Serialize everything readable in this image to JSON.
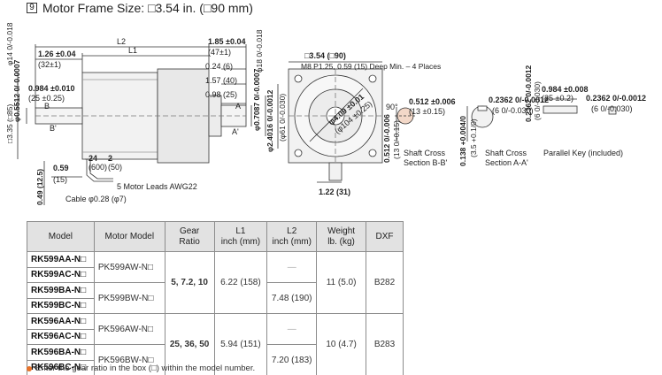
{
  "header": {
    "number": "9",
    "title": "Motor Frame Size: □3.54 in. (□90 mm)"
  },
  "drawing": {
    "dims": {
      "l2": "L2",
      "l1": "L1",
      "d126": "1.26 ±0.04",
      "d32": "(32±1)",
      "d185": "1.85 ±0.04",
      "d47": "(47±1)",
      "d024": "0.24 (6)",
      "d157": "1.57 (40)",
      "d098": "0.98 (25)",
      "d0984": "0.984 ±0.010",
      "d25": "(25 ±0.25)",
      "d335": "□3.35 (□85)",
      "phi14": "φ14 0/-0.018",
      "phi0551": "φ0.5512 0/-0.0007",
      "phi18": "φ18 0/-0.018",
      "phi07087": "φ0.7087 0/-0.0007",
      "phi24016": "φ2.4016 0/-0.0012",
      "phi61": "(φ61 0/-0.030)",
      "d059": "0.59",
      "d15": "(15)",
      "d24": "24",
      "d600": "(600)",
      "d2": "2",
      "d50": "(50)",
      "d049": "0.49 (12.5)",
      "leads": "5 Motor Leads AWG22",
      "cable": "Cable φ0.28 (φ7)",
      "b": "B",
      "bp": "B'",
      "a": "A",
      "ap": "A'",
      "sq354": "□3.54 (□90)",
      "m8": "M8 P1.25, 0.59 (15) Deep Min. – 4 Places",
      "phi409": "φ4.09 ±0.01",
      "phi104": "(φ104 ±0.25)",
      "d122": "1.22 (31)",
      "deg90": "90°",
      "d0512a": "0.512 ±0.006",
      "d13a": "(13 ±0.15)",
      "d0512b": "0.512 0/-0.006",
      "d13b": "(13 0/-0.15)",
      "sec_bb": "Shaft Cross\nSection B-B'",
      "d2362a": "0.2362 0/-0.0012",
      "d6a": "(6 0/-0.030)",
      "d0138": "0.138 +0.004/0",
      "d35": "(3.5 +0.1/0)",
      "sec_aa": "Shaft Cross\nSection A-A'",
      "d0984k": "0.984 ±0.008",
      "d25k": "(25 ±0.2)",
      "d2362b": "0.2362 0/-0.0012",
      "d6b": "(6 0/-0.030)",
      "d2362c": "0.2362 0/-0.0012",
      "d6c": "(6 0/-0.030)",
      "key": "Parallel Key (included)"
    }
  },
  "table": {
    "headers": [
      "Model",
      "Motor Model",
      "Gear\nRatio",
      "L1\ninch (mm)",
      "L2\ninch (mm)",
      "Weight\nlb. (kg)",
      "DXF"
    ],
    "models": [
      "RK599AA-N□",
      "RK599AC-N□",
      "RK599BA-N□",
      "RK599BC-N□",
      "RK596AA-N□",
      "RK596AC-N□",
      "RK596BA-N□",
      "RK596BC-N□"
    ],
    "motor_models": [
      "PK599AW-N□",
      "PK599BW-N□",
      "PK596AW-N□",
      "PK596BW-N□"
    ],
    "gear_ratios": [
      "5, 7.2, 10",
      "25, 36, 50"
    ],
    "l1": [
      "6.22 (158)",
      "5.94 (151)"
    ],
    "l2": [
      "—",
      "7.48 (190)",
      "—",
      "7.20 (183)"
    ],
    "weight": [
      "11 (5.0)",
      "10 (4.7)"
    ],
    "dxf": [
      "B282",
      "B283"
    ]
  },
  "note": "Enter the gear ratio in the box (□) within the model number."
}
